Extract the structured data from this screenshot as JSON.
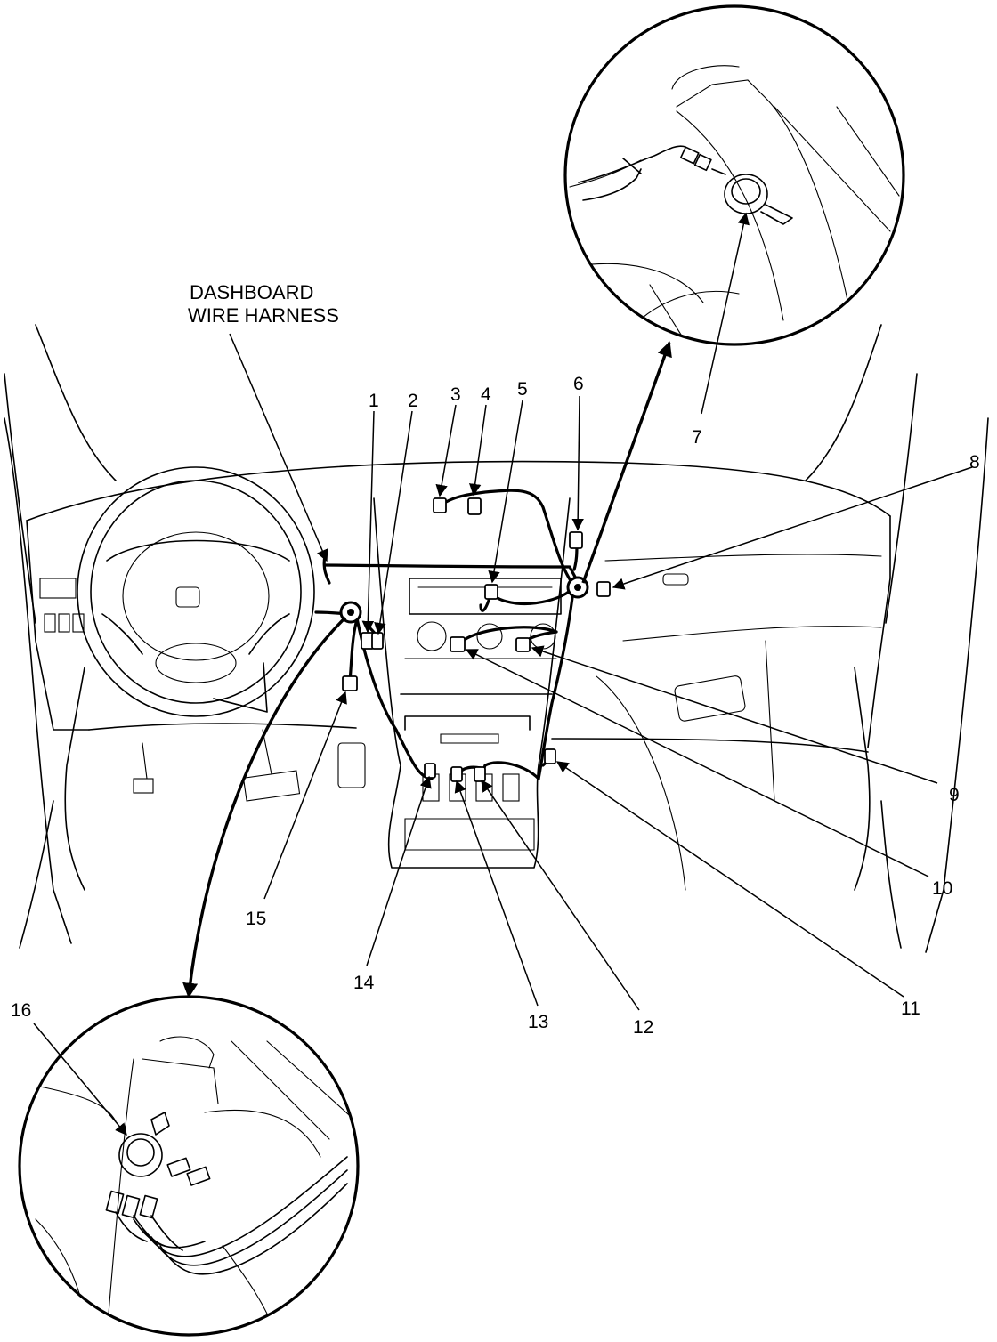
{
  "harness_label": {
    "line1": "DASHBOARD",
    "line2": "WIRE HARNESS"
  },
  "callouts": [
    "1",
    "2",
    "3",
    "4",
    "5",
    "6",
    "7",
    "8",
    "9",
    "10",
    "11",
    "12",
    "13",
    "14",
    "15",
    "16"
  ],
  "colors": {
    "line": "#000000",
    "background": "#ffffff"
  }
}
